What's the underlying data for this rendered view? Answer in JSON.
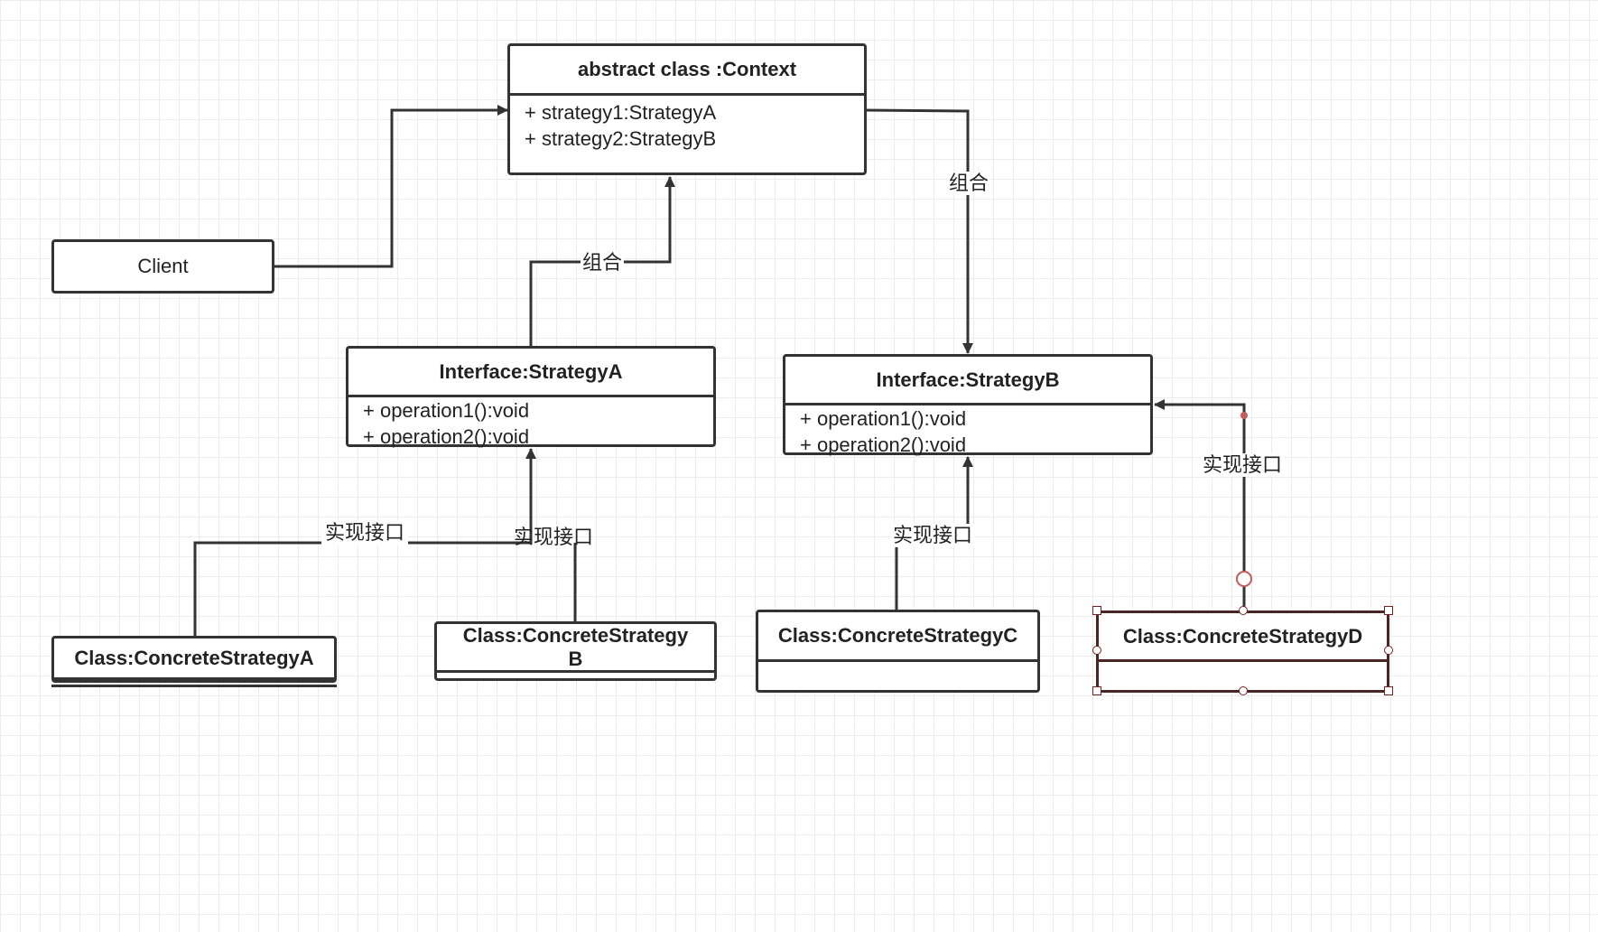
{
  "context": {
    "title": "abstract class :Context",
    "attributes": [
      "+ strategy1:StrategyA",
      "+ strategy2:StrategyB"
    ]
  },
  "client": {
    "label": "Client"
  },
  "strategy_a": {
    "title": "Interface:StrategyA",
    "methods": [
      "+ operation1():void",
      "+ operation2():void"
    ]
  },
  "strategy_b": {
    "title": "Interface:StrategyB",
    "methods": [
      "+ operation1():void",
      "+ operation2():void"
    ]
  },
  "concrete_a": {
    "title": "Class:ConcreteStrategyA"
  },
  "concrete_b": {
    "title": "Class:ConcreteStrategy B"
  },
  "concrete_c": {
    "title": "Class:ConcreteStrategyC"
  },
  "concrete_d": {
    "title": "Class:ConcreteStrategyD"
  },
  "edge_labels": {
    "composition_a": "组合",
    "composition_b": "组合",
    "impl_a": "实现接口",
    "impl_b": "实现接口",
    "impl_c": "实现接口",
    "impl_d": "实现接口"
  },
  "colors": {
    "line": "#333333",
    "selection": "#7a1f1f",
    "grid": "#ececec"
  }
}
